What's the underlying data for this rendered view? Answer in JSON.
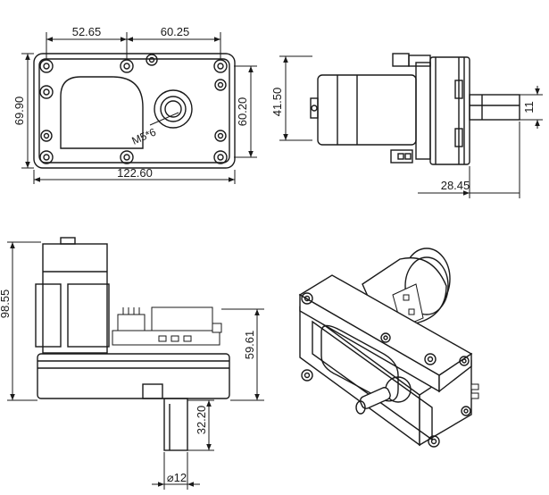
{
  "dimensions": {
    "front_width_left": "52.65",
    "front_width_right": "60.25",
    "front_height_left": "69.90",
    "front_height_right": "60.20",
    "front_total_width": "122.60",
    "thread_label": "M5*6",
    "side_motor_diameter": "41.50",
    "side_shaft_flat": "11",
    "side_shaft_length": "28.45",
    "elevation_total_height": "98.55",
    "elevation_upper_height": "59.61",
    "elevation_shaft_length": "32.20",
    "elevation_shaft_diameter": "⌀12"
  }
}
